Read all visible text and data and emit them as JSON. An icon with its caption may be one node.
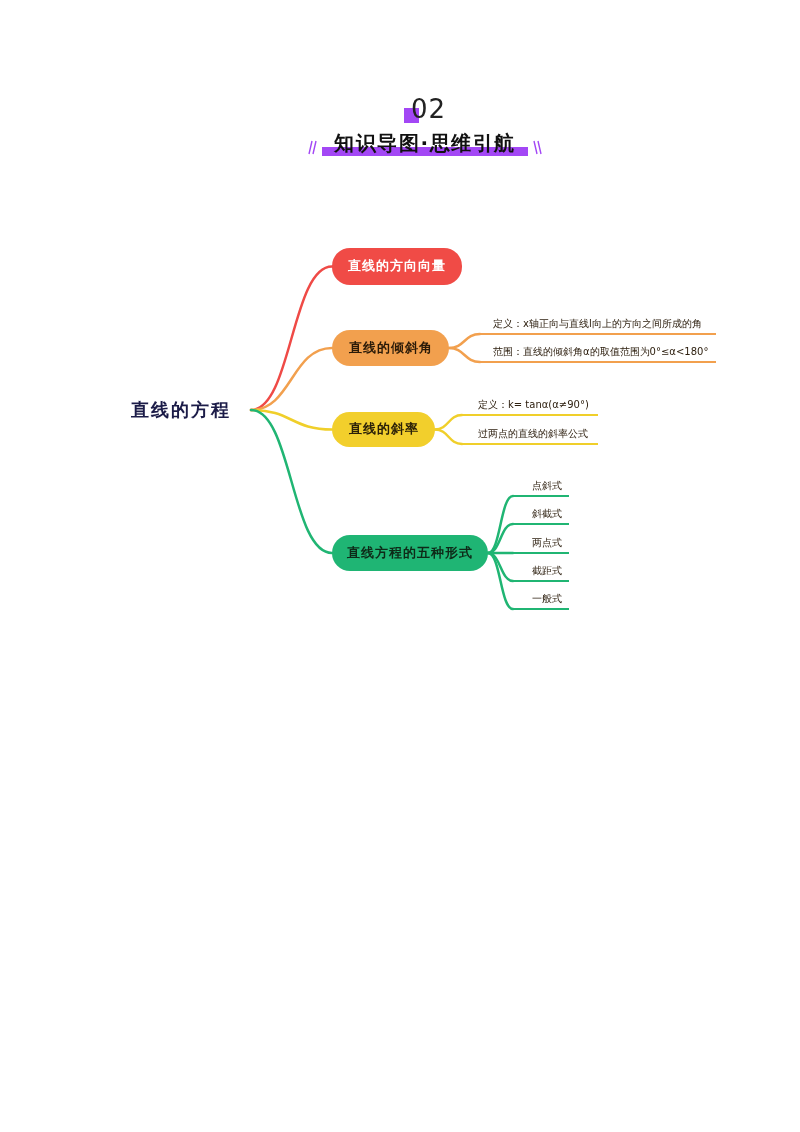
{
  "diagram": {
    "title": "知识导图·思维引航",
    "nodes": [
      {
        "text": [
          "直线的方程"
        ]
      },
      {
        "text": [
          "直线的方向向量"
        ]
      },
      {
        "text": [
          "直线的倾斜角"
        ]
      },
      {
        "text": [
          "定义：x轴正向与直线l向上的方向之间所成的角"
        ]
      },
      {
        "text": [
          "范围：直线的倾斜角α的取值范围为0°≤α<180°"
        ]
      },
      {
        "text": [
          "直线的斜率"
        ]
      },
      {
        "text": [
          "定义：k= tanα(α≠90°)"
        ]
      },
      {
        "text": [
          "过两点的直线的斜率公式"
        ]
      },
      {
        "text": [
          "直线方程的五种形式"
        ]
      },
      {
        "text": [
          "点斜式"
        ]
      },
      {
        "text": [
          "斜截式"
        ]
      },
      {
        "text": [
          "两点式"
        ]
      },
      {
        "text": [
          "截距式"
        ]
      },
      {
        "text": [
          "一般式"
        ]
      }
    ],
    "edges": [
      {
        "from": 0,
        "to": 1,
        "arrow": "none",
        "color": "#ef4a46"
      },
      {
        "from": 0,
        "to": 2,
        "arrow": "none",
        "color": "#f2a04e"
      },
      {
        "from": 2,
        "to": 3,
        "arrow": "none",
        "color": "#f2a04e"
      },
      {
        "from": 2,
        "to": 4,
        "arrow": "none",
        "color": "#f2a04e"
      },
      {
        "from": 0,
        "to": 5,
        "arrow": "none",
        "color": "#f0cf2a"
      },
      {
        "from": 5,
        "to": 6,
        "arrow": "none",
        "color": "#f0cf2a"
      },
      {
        "from": 5,
        "to": 7,
        "arrow": "none",
        "color": "#f0cf2a"
      },
      {
        "from": 0,
        "to": 8,
        "arrow": "none",
        "color": "#20b573"
      },
      {
        "from": 8,
        "to": 9,
        "arrow": "none",
        "color": "#20b573"
      },
      {
        "from": 8,
        "to": 10,
        "arrow": "none",
        "color": "#20b573"
      },
      {
        "from": 8,
        "to": 11,
        "arrow": "none",
        "color": "#20b573"
      },
      {
        "from": 8,
        "to": 12,
        "arrow": "none",
        "color": "#20b573"
      },
      {
        "from": 8,
        "to": 13,
        "arrow": "none",
        "color": "#20b573"
      }
    ],
    "labels": [
      "02"
    ]
  }
}
